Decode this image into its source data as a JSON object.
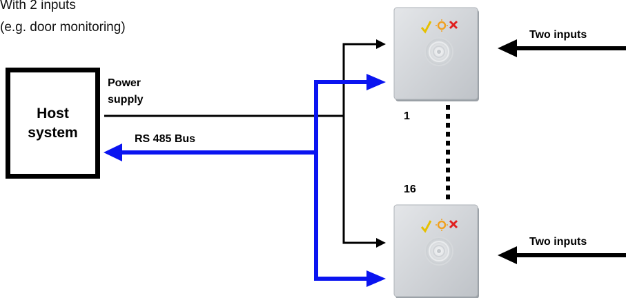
{
  "heading": {
    "line1": "With 2 inputs",
    "line2": "(e.g. door monitoring)"
  },
  "host": {
    "line1": "Host",
    "line2": "system"
  },
  "links": {
    "power_line1": "Power",
    "power_line2": "supply",
    "bus": "RS 485 Bus"
  },
  "readers": [
    {
      "index": "1",
      "inputs": "Two inputs",
      "status_icons": [
        "check-icon",
        "sun-icon",
        "cross-icon"
      ]
    },
    {
      "index": "16",
      "inputs": "Two inputs",
      "status_icons": [
        "check-icon",
        "sun-icon",
        "cross-icon"
      ]
    }
  ],
  "colors": {
    "bus": "#0a14f0",
    "power": "#000000",
    "reader_body": "#cfd3d8",
    "check": "#e6c000",
    "sun": "#f0a020",
    "cross": "#e02020"
  }
}
